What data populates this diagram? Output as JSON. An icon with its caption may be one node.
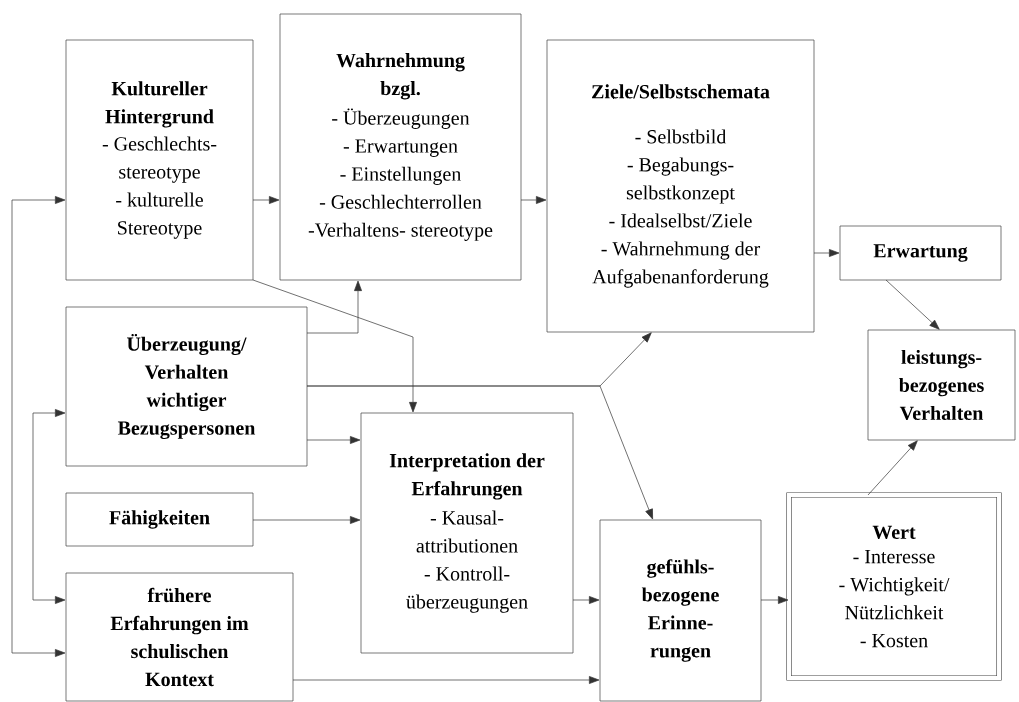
{
  "diagram": {
    "nodes": [
      {
        "text": [
          "Kultureller Hintergrund",
          "- Geschlechts- stereotype",
          "- kulturelle Stereotype"
        ]
      },
      {
        "text": [
          "Wahrnehmung bzgl.",
          "- Überzeugungen",
          "- Erwartungen",
          "- Einstellungen",
          "- Geschlechterrollen",
          "-Verhaltens- stereotype"
        ]
      },
      {
        "text": [
          "Ziele/Selbstschemata",
          "- Selbstbild",
          "- Begabungs- selbstkonzept",
          "- Idealselbst/Ziele",
          "- Wahrnehmung der Aufgabenanforderung"
        ]
      },
      {
        "text": [
          "Erwartung"
        ]
      },
      {
        "text": [
          "leistungs- bezogenes Verhalten"
        ]
      },
      {
        "text": [
          "Überzeugung/ Verhalten wichtiger Bezugspersonen"
        ]
      },
      {
        "text": [
          "Interpretation der Erfahrungen",
          "- Kausal- attributionen",
          "- Kontroll- überzeugungen"
        ]
      },
      {
        "text": [
          "Fähigkeiten"
        ]
      },
      {
        "text": [
          "frühere Erfahrungen im schulischen Kontext"
        ]
      },
      {
        "text": [
          "gefühls- bezogene Erinne- rungen"
        ]
      },
      {
        "text": [
          "Wert",
          "- Interesse",
          "- Wichtigkeit/ Nützlichkeit",
          "- Kosten"
        ]
      }
    ],
    "edges": [
      {
        "from": 0,
        "to": 1,
        "arrow": "to"
      },
      {
        "from": 1,
        "to": 2,
        "arrow": "to"
      },
      {
        "from": 2,
        "to": 3,
        "arrow": "to"
      },
      {
        "from": 3,
        "to": 4,
        "arrow": "to"
      },
      {
        "from": 5,
        "to": 1,
        "arrow": "to"
      },
      {
        "from": 0,
        "to": 6,
        "arrow": "to"
      },
      {
        "from": 5,
        "to": 6,
        "arrow": "to"
      },
      {
        "from": 5,
        "to": 2,
        "arrow": "to"
      },
      {
        "from": 5,
        "to": 9,
        "arrow": "to"
      },
      {
        "from": 7,
        "to": 6,
        "arrow": "to"
      },
      {
        "from": 6,
        "to": 9,
        "arrow": "to"
      },
      {
        "from": 8,
        "to": 9,
        "arrow": "to"
      },
      {
        "from": 9,
        "to": 10,
        "arrow": "to"
      },
      {
        "from": 10,
        "to": 4,
        "arrow": "to"
      },
      {
        "from": 8,
        "to": 0,
        "arrow": "both"
      },
      {
        "from": 8,
        "to": 5,
        "arrow": "both"
      }
    ]
  }
}
